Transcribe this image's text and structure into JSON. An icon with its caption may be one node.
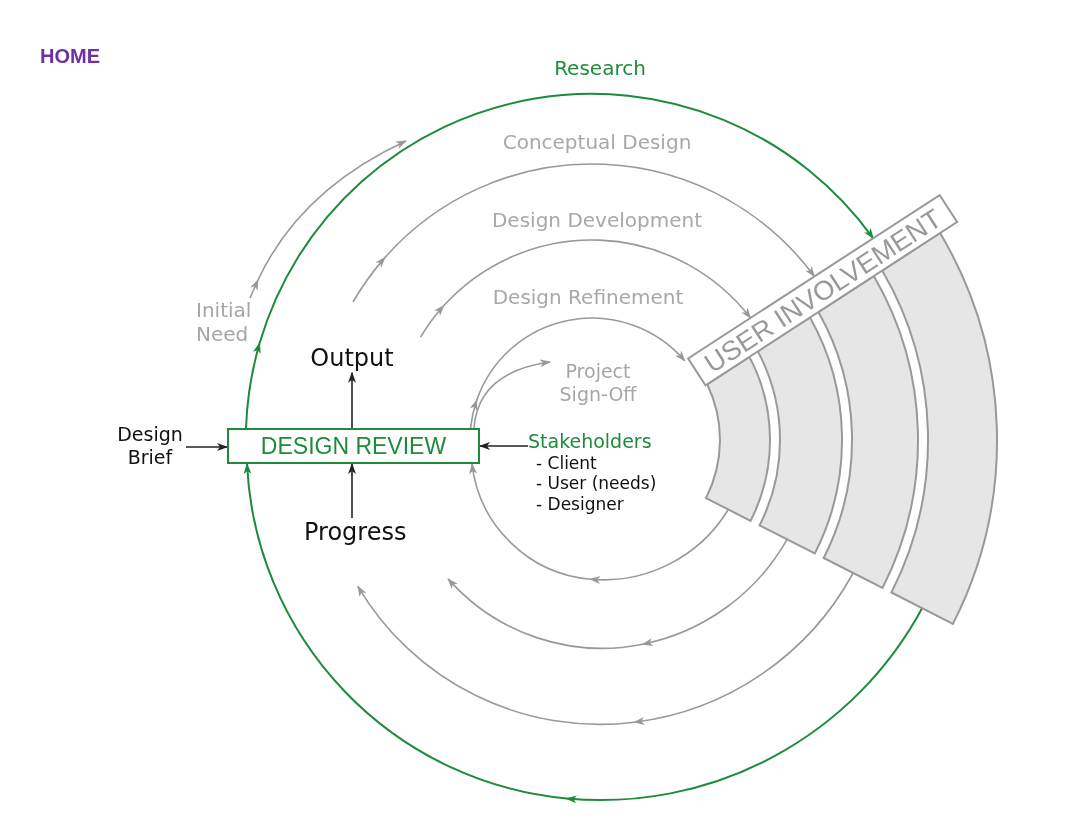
{
  "diagram": {
    "title": "HOME",
    "nodes": [
      {
        "text": [
          "Initial Need"
        ]
      },
      {
        "text": [
          "Output"
        ]
      },
      {
        "text": [
          "Project Sign-Off"
        ]
      },
      {
        "text": [
          "USER INVOLVEMENT"
        ]
      },
      {
        "text": [
          "Design Brief"
        ]
      },
      {
        "text": [
          "DESIGN REVIEW"
        ]
      },
      {
        "text": [
          "Stakeholders",
          "- Client",
          "- User (needs)",
          "- Designer"
        ]
      },
      {
        "text": [
          "Progress"
        ]
      },
      {
        "text": [],
        "shape": "bar"
      },
      {
        "text": [],
        "shape": "bar"
      },
      {
        "text": [],
        "shape": "bar"
      },
      {
        "text": [],
        "shape": "bar"
      }
    ],
    "edges": [
      {
        "from": 5,
        "to": 3,
        "arrow": "to",
        "label": "Research",
        "color": "#1e8b3c"
      },
      {
        "from": null,
        "to": 3,
        "arrow": "to",
        "label": "Conceptual Design"
      },
      {
        "from": null,
        "to": 3,
        "arrow": "to",
        "label": "Design Development"
      },
      {
        "from": 5,
        "to": 3,
        "arrow": "to",
        "label": "Design Refinement"
      },
      {
        "from": 5,
        "to": 2,
        "arrow": "to"
      },
      {
        "from": 0,
        "to": null,
        "arrow": "to"
      },
      {
        "from": 4,
        "to": 5,
        "arrow": "to",
        "color": "#222222"
      },
      {
        "from": 6,
        "to": 5,
        "arrow": "to",
        "color": "#222222"
      },
      {
        "from": 7,
        "to": 5,
        "arrow": "to",
        "color": "#222222"
      },
      {
        "from": 5,
        "to": 1,
        "arrow": "to",
        "color": "#222222"
      },
      {
        "from": 8,
        "to": 5,
        "arrow": "to"
      },
      {
        "from": 9,
        "to": null,
        "arrow": "to"
      },
      {
        "from": 10,
        "to": null,
        "arrow": "to"
      },
      {
        "from": 11,
        "to": 5,
        "arrow": "to",
        "color": "#1e8b3c"
      }
    ]
  }
}
